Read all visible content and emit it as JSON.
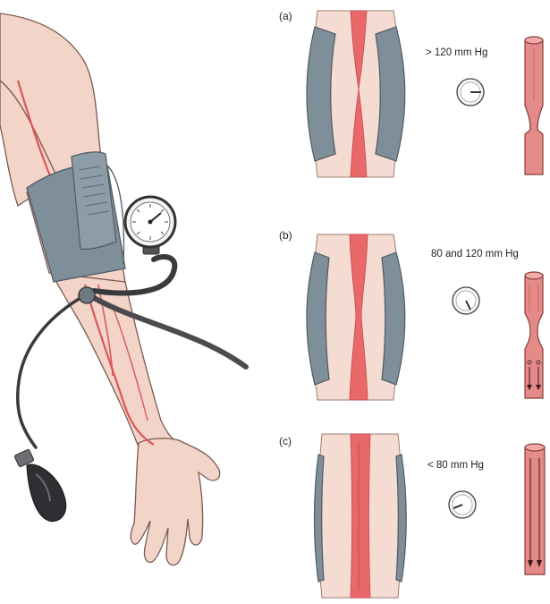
{
  "colors": {
    "skin": "#f3d4c8",
    "skin_shade": "#e7b7a6",
    "skin_outline": "#7a5a52",
    "artery": "#e9686a",
    "artery_dark": "#c9474b",
    "cuff": "#7f8f99",
    "cuff_dark": "#5c6b74",
    "tissue": "#f4dcd2",
    "bulb": "#2f2f33",
    "gauge_face": "#f4f4f4"
  },
  "panels": [
    {
      "id": "a",
      "label": "(a)",
      "pressure": "> 120 mm Hg",
      "state": "closed"
    },
    {
      "id": "b",
      "label": "(b)",
      "pressure": "80 and 120 mm Hg",
      "state": "narrowed"
    },
    {
      "id": "c",
      "label": "(c)",
      "pressure": "< 80 mm Hg",
      "state": "open"
    }
  ]
}
